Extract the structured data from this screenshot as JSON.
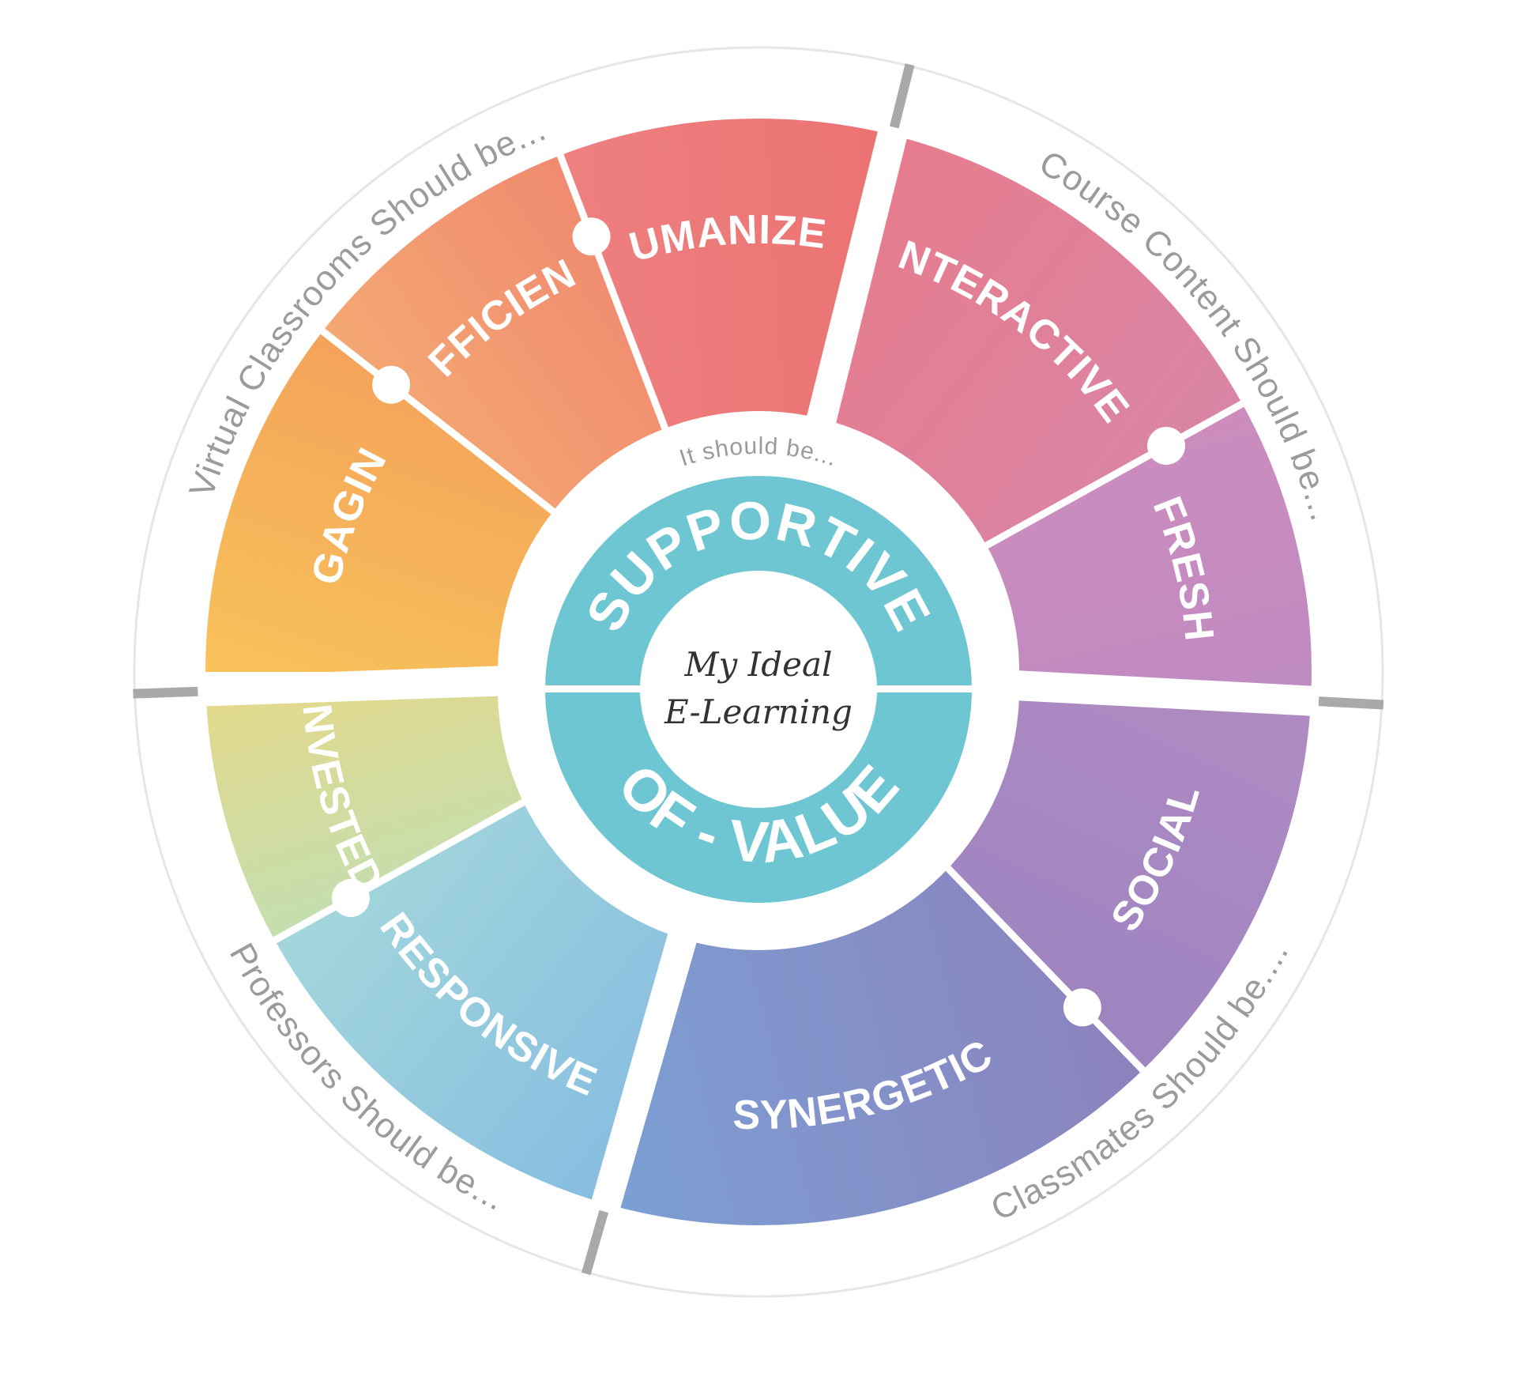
{
  "colors": {
    "outer_ring": "#ffffff",
    "divider": "#a9a9a9",
    "hub_teal": "#6ec6d3",
    "label_gray": "#9b9b9b"
  },
  "quadrants": [
    {
      "label": "Virtual Classrooms Should be..."
    },
    {
      "label": "Course Content Should be..."
    },
    {
      "label": "Classmates Should be...."
    },
    {
      "label": "Professors Should be..."
    }
  ],
  "segments": [
    {
      "label": "ENGAGING",
      "color1": "#f8c25a",
      "color2": "#f4a35a"
    },
    {
      "label": "EFFICIENT",
      "color1": "#f4a872",
      "color2": "#f08a70"
    },
    {
      "label": "HUMANIZED",
      "color1": "#ee8080",
      "color2": "#ec7272"
    },
    {
      "label": "INTERACTIVE",
      "color1": "#e77c8c",
      "color2": "#d985a6"
    },
    {
      "label": "FRESH",
      "color1": "#cc8cbd",
      "color2": "#bf8ac2"
    },
    {
      "label": "SOCIAL",
      "color1": "#b08bc3",
      "color2": "#9d84c0"
    },
    {
      "label": "SYNERGETIC",
      "color1": "#8c82bd",
      "color2": "#7ba0d4"
    },
    {
      "label": "RESPONSIVE",
      "color1": "#86bde0",
      "color2": "#a3d7dc"
    },
    {
      "label": "INVESTED",
      "color1": "#c4deb0",
      "color2": "#e4d98a"
    }
  ],
  "hub": {
    "top_caption": "It should be...",
    "top_word": "SUPPORTIVE",
    "bottom_word": "OF - VALUE",
    "core_line1": "My Ideal",
    "core_line2": "E-Learning"
  }
}
